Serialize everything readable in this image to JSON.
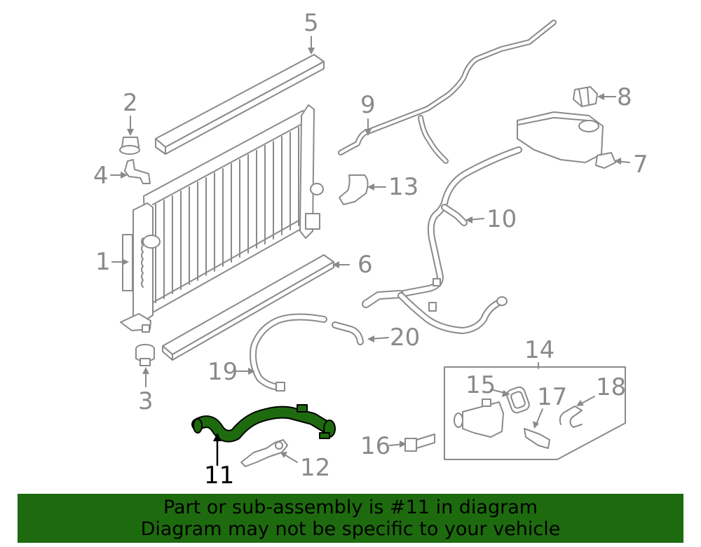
{
  "callouts": {
    "c1": "1",
    "c2": "2",
    "c3": "3",
    "c4": "4",
    "c5": "5",
    "c6": "6",
    "c7": "7",
    "c8": "8",
    "c9": "9",
    "c10": "10",
    "c11": "11",
    "c12": "12",
    "c13": "13",
    "c14": "14",
    "c15": "15",
    "c16": "16",
    "c17": "17",
    "c18": "18",
    "c19": "19",
    "c20": "20"
  },
  "banner": {
    "line1": "Part or sub-assembly is #11 in diagram",
    "line2": "Diagram may not be specific to your vehicle"
  },
  "colors": {
    "line_art": "#8a8a8a",
    "highlight_part": "#1e6b0f",
    "banner_bg": "#1e6b0f"
  }
}
